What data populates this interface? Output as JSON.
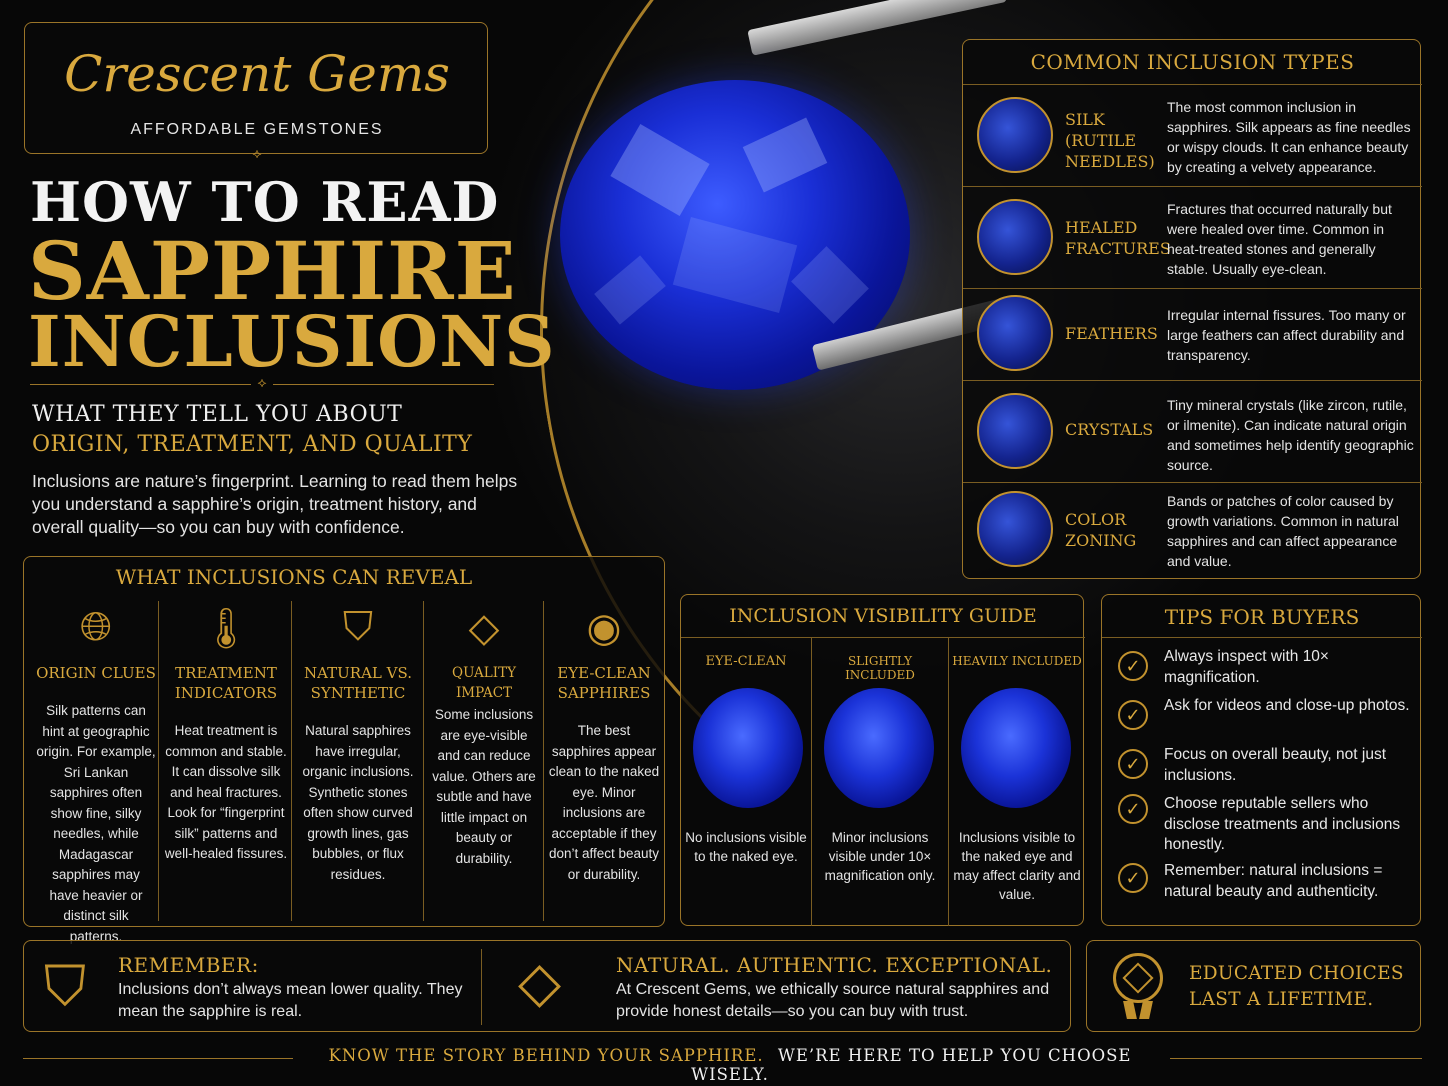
{
  "brand": {
    "name": "Crescent Gems",
    "tagline": "AFFORDABLE GEMSTONES"
  },
  "headline": {
    "line1": "HOW TO READ",
    "line2": "SAPPHIRE",
    "line3": "INCLUSIONS"
  },
  "subheading": {
    "line1": "WHAT THEY TELL YOU ABOUT",
    "line2": "ORIGIN, TREATMENT, AND QUALITY"
  },
  "intro": "Inclusions are nature’s fingerprint. Learning to read them helps you understand a sapphire’s origin, treatment history, and overall quality—so you can buy with confidence.",
  "inclusion_types": {
    "title": "COMMON INCLUSION TYPES",
    "items": [
      {
        "name": "SILK (RUTILE NEEDLES)",
        "description": "The most common inclusion in sapphires. Silk appears as fine needles or wispy clouds. It can enhance beauty by creating a velvety appearance."
      },
      {
        "name": "HEALED FRACTURES",
        "description": "Fractures that occurred naturally but were healed over time. Common in heat-treated stones and generally stable. Usually eye-clean."
      },
      {
        "name": "FEATHERS",
        "description": "Irregular internal fissures. Too many or large feathers can affect durability and transparency."
      },
      {
        "name": "CRYSTALS",
        "description": "Tiny mineral crystals (like zircon, rutile, or ilmenite). Can indicate natural origin and sometimes help identify geographic source."
      },
      {
        "name": "COLOR ZONING",
        "description": "Bands or patches of color caused by growth variations. Common in natural sapphires and can affect appearance and value."
      }
    ]
  },
  "reveal": {
    "title": "WHAT INCLUSIONS CAN REVEAL",
    "items": [
      {
        "icon": "globe-icon",
        "name": "ORIGIN CLUES",
        "description": "Silk patterns can hint at geographic origin. For example, Sri Lankan sapphires often show fine, silky needles, while Madagascar sapphires may have heavier or distinct silk patterns."
      },
      {
        "icon": "thermometer-icon",
        "name": "TREATMENT INDICATORS",
        "description": "Heat treatment is common and stable. It can dissolve silk and heal fractures. Look for “fingerprint silk” patterns and well-healed fissures."
      },
      {
        "icon": "shield-check-icon",
        "name": "NATURAL VS. SYNTHETIC",
        "description": "Natural sapphires have irregular, organic inclusions. Synthetic stones often show curved growth lines, gas bubbles, or flux residues."
      },
      {
        "icon": "diamond-icon",
        "name": "QUALITY IMPACT",
        "description": "Some inclusions are eye-visible and can reduce value. Others are subtle and have little impact on beauty or durability."
      },
      {
        "icon": "eye-icon",
        "name": "EYE-CLEAN SAPPHIRES",
        "description": "The best sapphires appear clean to the naked eye. Minor inclusions are acceptable if they don’t affect beauty or durability."
      }
    ]
  },
  "visibility": {
    "title": "INCLUSION VISIBILITY GUIDE",
    "items": [
      {
        "name": "EYE-CLEAN",
        "description": "No inclusions visible to the naked eye."
      },
      {
        "name": "SLIGHTLY INCLUDED",
        "description": "Minor inclusions visible under 10× magnification only."
      },
      {
        "name": "HEAVILY INCLUDED",
        "description": "Inclusions visible to the naked eye and may affect clarity and value."
      }
    ]
  },
  "tips": {
    "title": "TIPS FOR BUYERS",
    "items": [
      "Always inspect with 10× magnification.",
      "Ask for videos and close-up photos.",
      "Focus on overall beauty, not just inclusions.",
      "Choose reputable sellers who disclose treatments and inclusions honestly.",
      "Remember: natural inclusions = natural beauty and authenticity."
    ]
  },
  "remember": {
    "title": "REMEMBER:",
    "text": "Inclusions don’t always mean lower quality. They mean the sapphire is real."
  },
  "natural": {
    "title": "NATURAL. AUTHENTIC. EXCEPTIONAL.",
    "text": "At Crescent Gems, we ethically source natural sapphires and provide honest details—so you can buy with trust."
  },
  "educated": {
    "line1": "EDUCATED CHOICES",
    "line2": "LAST A LIFETIME."
  },
  "footer": {
    "part1": "KNOW THE STORY BEHIND YOUR SAPPHIRE.",
    "part2": "WE’RE HERE TO HELP YOU CHOOSE WISELY."
  },
  "colors": {
    "gold": "#d9a93e",
    "border": "#9a7428",
    "sapphire": "#1a2fd6",
    "background": "#050505"
  }
}
